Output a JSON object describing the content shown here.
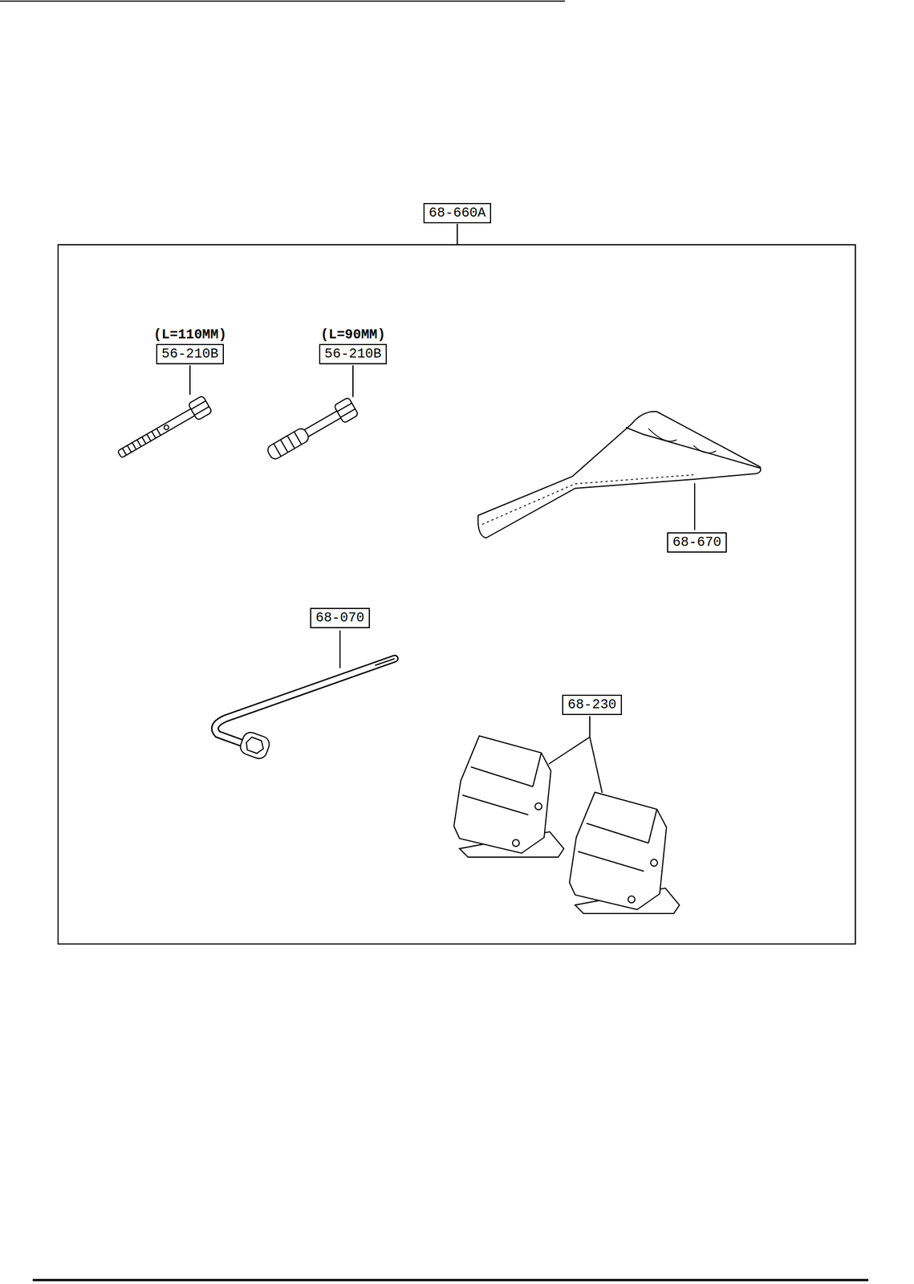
{
  "diagram": {
    "nodes": [
      {
        "text": [
          "68-660A"
        ]
      },
      {
        "text": [
          "(L=110MM)",
          "56-210B"
        ],
        "in": 0
      },
      {
        "text": [
          "(L=90MM)",
          "56-210B"
        ],
        "in": 0
      },
      {
        "text": [
          "68-670"
        ],
        "in": 0
      },
      {
        "text": [
          "68-070"
        ],
        "in": 0
      },
      {
        "text": [
          "68-230"
        ],
        "in": 0
      }
    ]
  }
}
